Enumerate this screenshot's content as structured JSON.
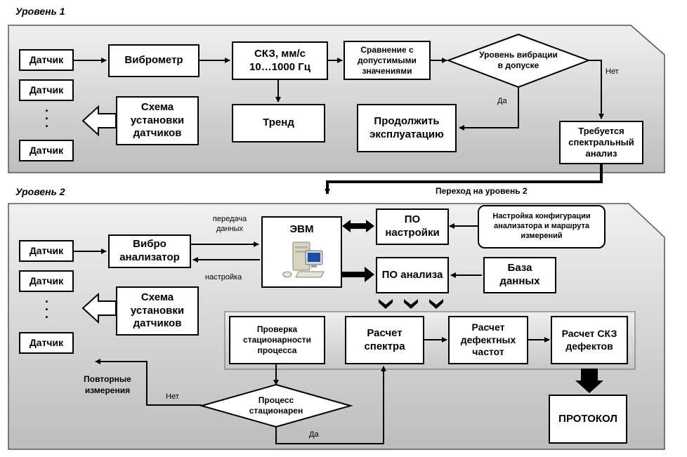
{
  "level1": {
    "title": "Уровень 1",
    "sensors": [
      "Датчик",
      "Датчик",
      "Датчик"
    ],
    "vibrometer": "Виброметр",
    "rms_line1": "СКЗ, мм/с",
    "rms_line2": "10…1000 Гц",
    "trend": "Тренд",
    "compare": "Сравнение с допустимыми значениями",
    "decision": "Уровень вибрации в допуске",
    "continue": "Продолжить эксплуатацию",
    "scheme": "Схема установки датчиков",
    "spectral": "Требуется спектральный анализ",
    "yes": "Да",
    "no": "Нет"
  },
  "transition": "Переход на уровень 2",
  "level2": {
    "title": "Уровень 2",
    "sensors": [
      "Датчик",
      "Датчик",
      "Датчик"
    ],
    "analyzer": "Вибро анализатор",
    "data_transfer": "передача данных",
    "settings_label": "настройка",
    "computer": "ЭВМ",
    "po_settings": "ПО настройки",
    "po_analysis": "ПО анализа",
    "config": "Настройка конфигурации анализатора и маршрута измерений",
    "database": "База данных",
    "scheme": "Схема установки датчиков",
    "check": "Проверка стационарности процесса",
    "spectrum": "Расчет спектра",
    "defect_freq": "Расчет дефектных частот",
    "rms_defects": "Расчет СКЗ дефектов",
    "decision": "Процесс стационарен",
    "repeat": "Повторные измерения",
    "yes": "Да",
    "no": "Нет",
    "protocol": "ПРОТОКОЛ"
  }
}
